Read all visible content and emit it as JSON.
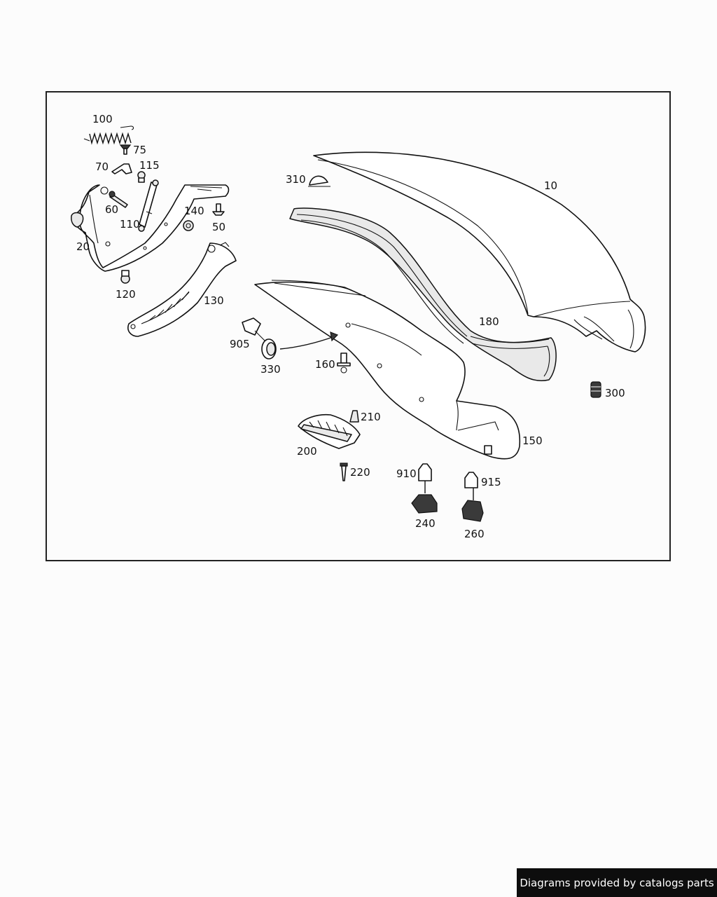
{
  "diagram": {
    "part_labels": [
      {
        "id": "p100",
        "text": "100"
      },
      {
        "id": "p75",
        "text": "75"
      },
      {
        "id": "p70",
        "text": "70"
      },
      {
        "id": "p115",
        "text": "115"
      },
      {
        "id": "p60",
        "text": "60"
      },
      {
        "id": "p140",
        "text": "140"
      },
      {
        "id": "p110",
        "text": "110"
      },
      {
        "id": "p50",
        "text": "50"
      },
      {
        "id": "p20",
        "text": "20"
      },
      {
        "id": "p120",
        "text": "120"
      },
      {
        "id": "p130",
        "text": "130"
      },
      {
        "id": "p310",
        "text": "310"
      },
      {
        "id": "p10",
        "text": "10"
      },
      {
        "id": "p180",
        "text": "180"
      },
      {
        "id": "p905",
        "text": "905"
      },
      {
        "id": "p330",
        "text": "330"
      },
      {
        "id": "p160",
        "text": "160"
      },
      {
        "id": "p300",
        "text": "300"
      },
      {
        "id": "p210",
        "text": "210"
      },
      {
        "id": "p200",
        "text": "200"
      },
      {
        "id": "p150",
        "text": "150"
      },
      {
        "id": "p220",
        "text": "220"
      },
      {
        "id": "p910",
        "text": "910"
      },
      {
        "id": "p915",
        "text": "915"
      },
      {
        "id": "p240",
        "text": "240"
      },
      {
        "id": "p260",
        "text": "260"
      }
    ]
  },
  "footer": {
    "credit": "Diagrams provided by catalogs parts"
  }
}
